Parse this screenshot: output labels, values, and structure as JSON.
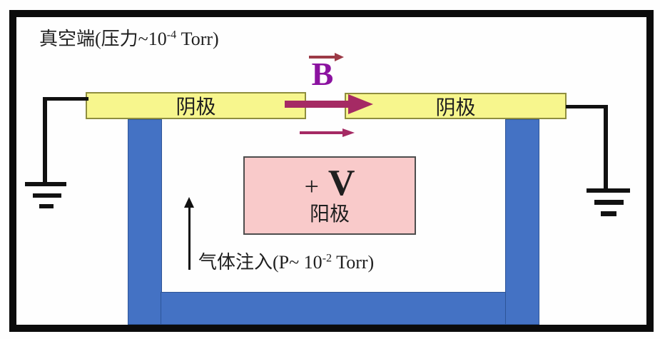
{
  "colors": {
    "frame": "#0b0b0b",
    "text": "#1f1f1f",
    "cathode_fill": "#f7f68d",
    "cathode_border": "#8f8e3f",
    "wall_fill": "#4472c4",
    "wall_border": "#2e5597",
    "anode_fill": "#f9caca",
    "anode_border": "#4d4d4d",
    "field_arrow": "#a52a64",
    "hat_arrow": "#9c3a46",
    "b_label": "#8b12a0",
    "wire": "#111111"
  },
  "labels": {
    "vacuum": {
      "prefix": "真空端(压力~10",
      "sup": "-4",
      "suffix": " Torr)"
    },
    "cathode_left": "阴极",
    "cathode_right": "阴极",
    "b_field": "B",
    "anode_plus": "+",
    "anode_v": "V",
    "anode_name": "阳极",
    "gas": {
      "prefix": "气体注入(P~ 10",
      "sup": "-2",
      "suffix": " Torr)"
    }
  }
}
